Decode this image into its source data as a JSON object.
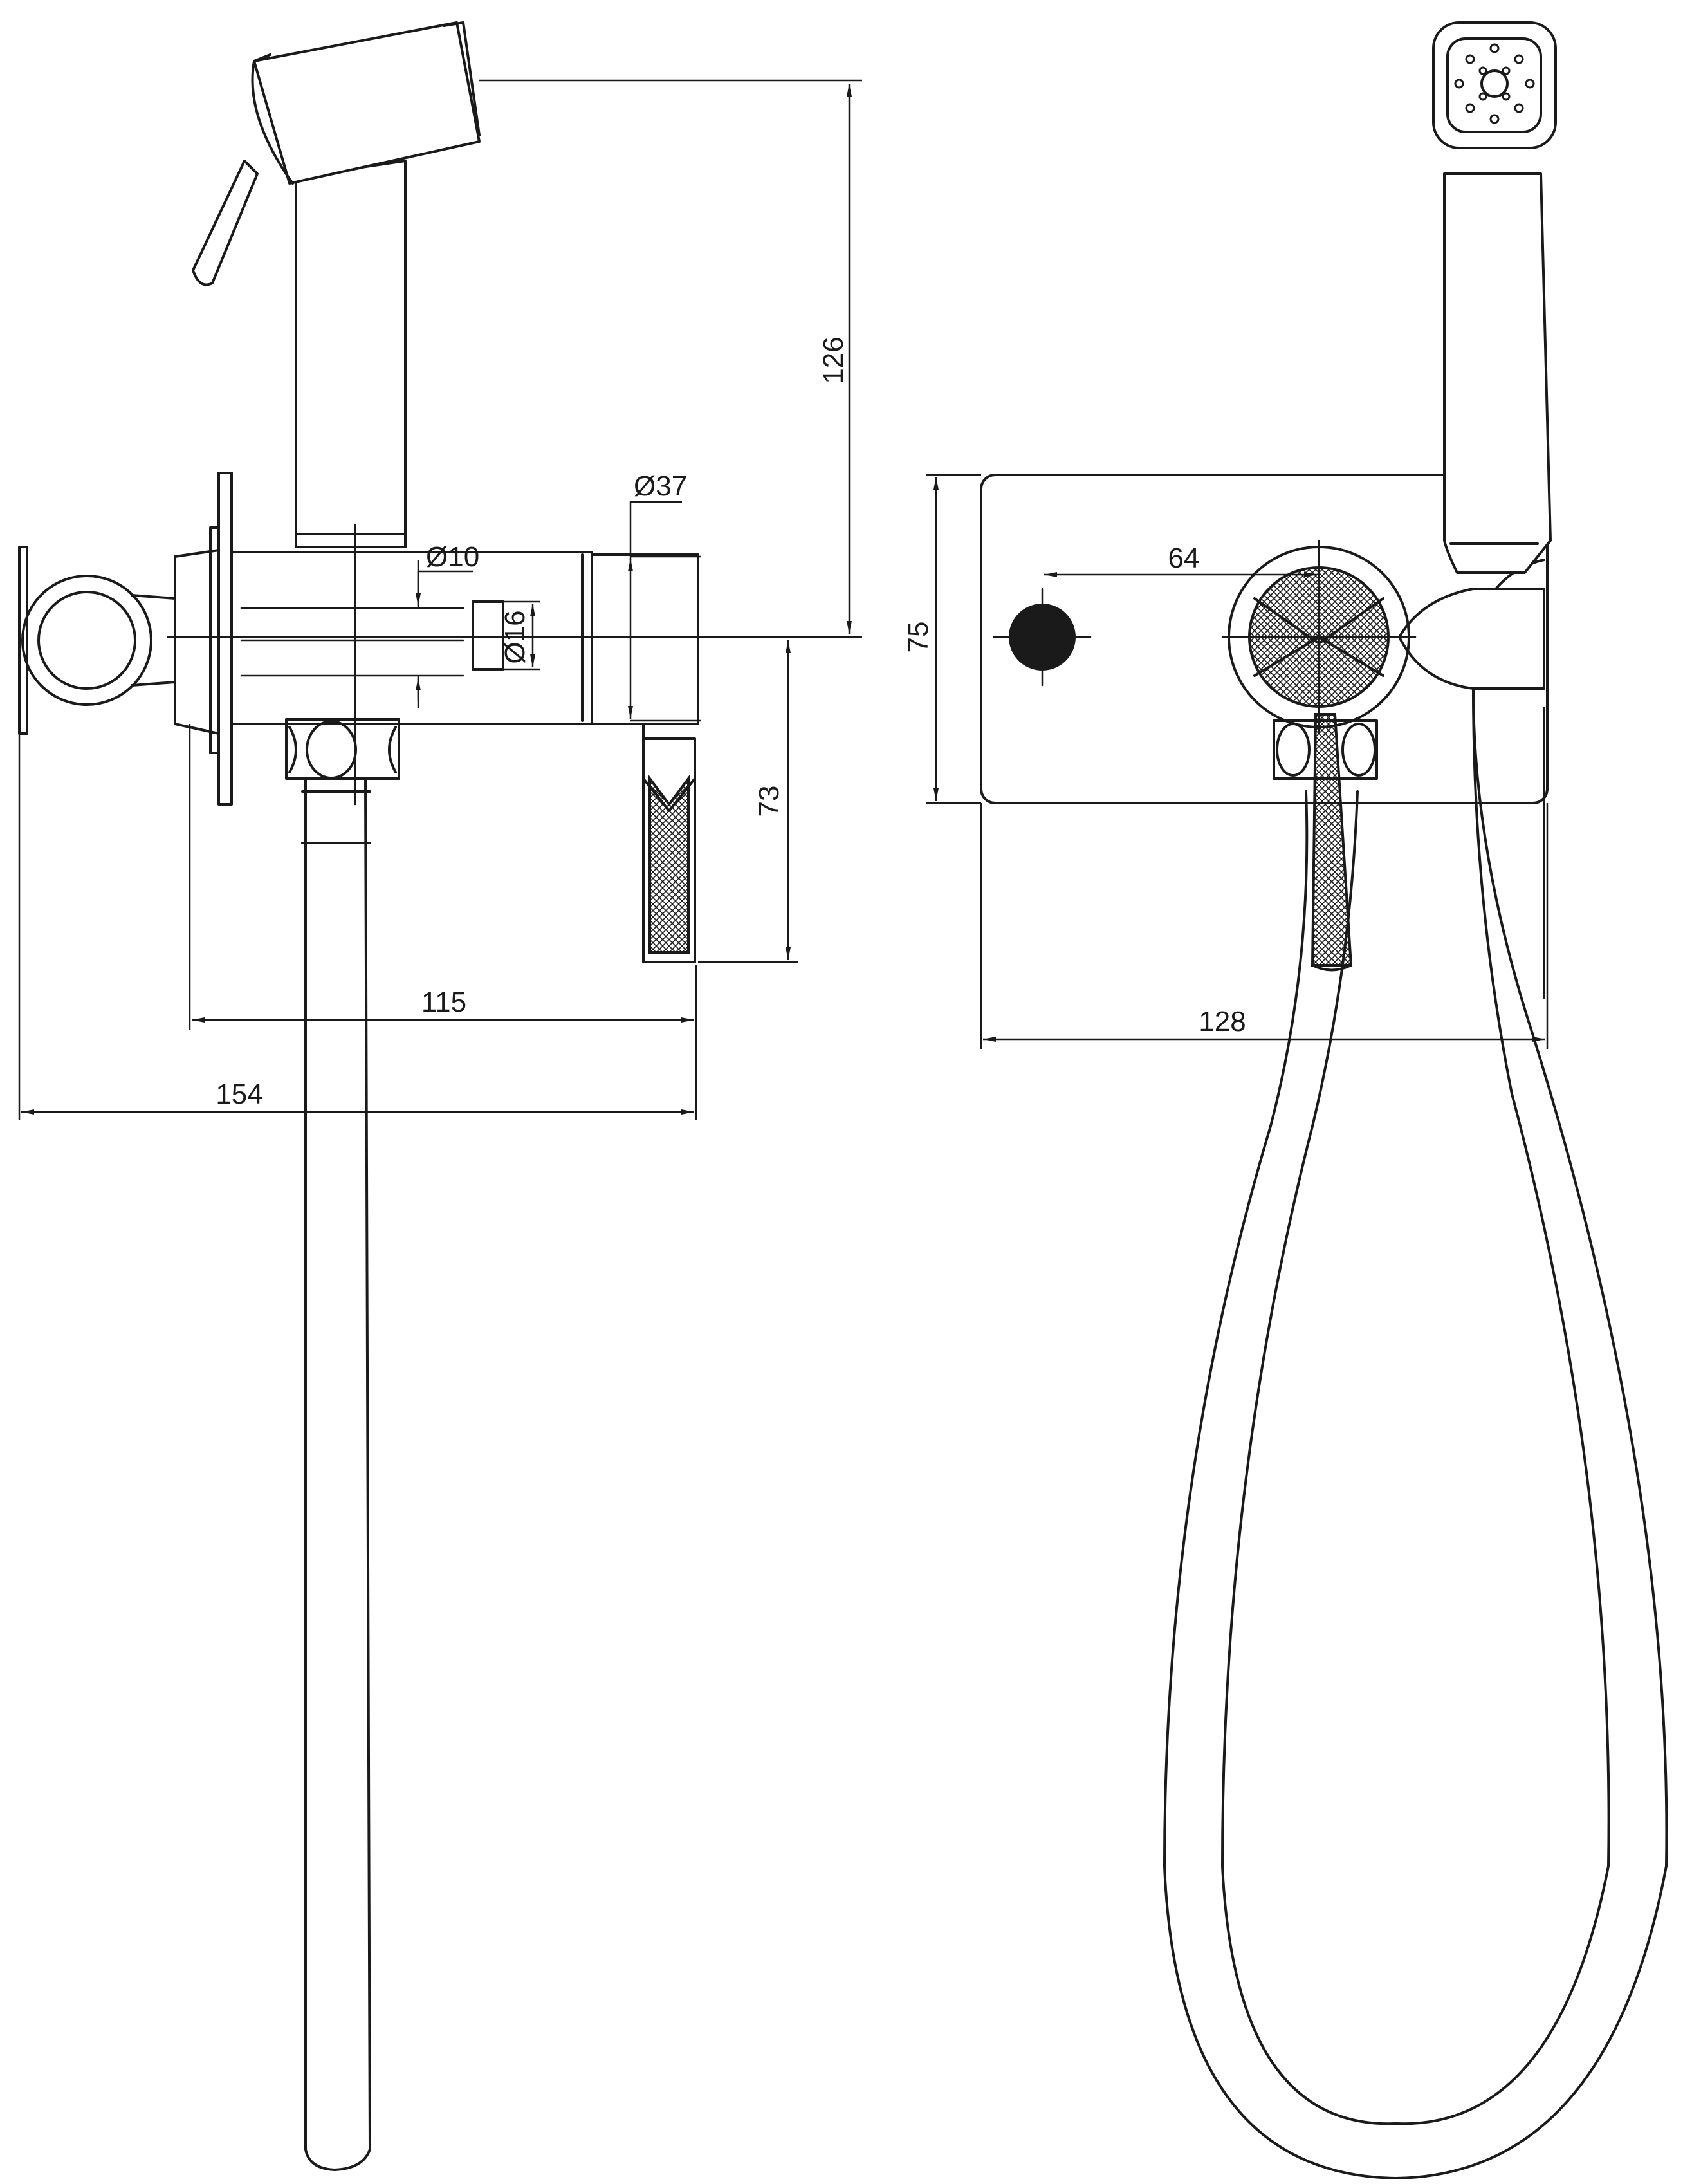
{
  "dimensions": {
    "d126": "126",
    "d037": "Ø37",
    "d010": "Ø10",
    "d016": "Ø16",
    "d073": "73",
    "d115": "115",
    "d154": "154",
    "d075": "75",
    "d064": "64",
    "d128": "128"
  }
}
